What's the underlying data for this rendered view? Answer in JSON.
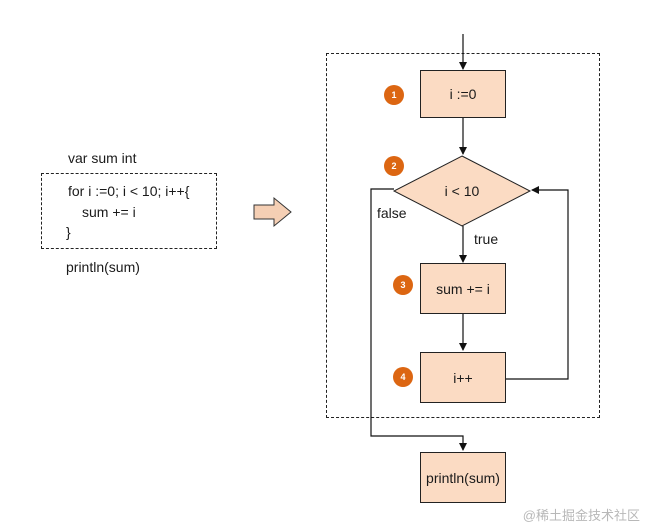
{
  "code": {
    "line1": "var sum int",
    "line2": "for i :=0; i < 10; i++{",
    "line3": "sum += i",
    "line4": "}",
    "line5": "println(sum)"
  },
  "flow": {
    "init": "i :=0",
    "condition": "i < 10",
    "body": "sum += i",
    "post": "i++",
    "output": "println(sum)",
    "true_label": "true",
    "false_label": "false"
  },
  "badges": [
    "1",
    "2",
    "3",
    "4"
  ],
  "colors": {
    "node_fill": "#fbdbc3",
    "badge_fill": "#dc6612",
    "arrow_fill": "#f5cfb4"
  },
  "watermark": "@稀土掘金技术社区"
}
